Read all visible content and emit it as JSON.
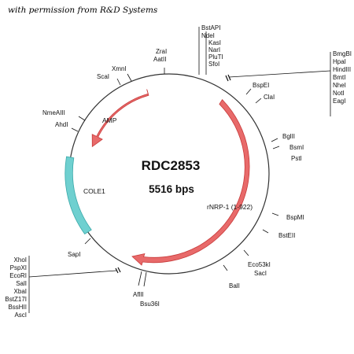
{
  "credit": "with permission from R&D Systems",
  "plasmid": {
    "name": "RDC2853",
    "size_label": "5516 bps"
  },
  "features": {
    "amp": "AMP",
    "cole1": "COLE1",
    "nrp1": "rNRP-1 (1-922)"
  },
  "sites": {
    "top_cluster": [
      "BstAPI",
      "NdeI",
      "KasI",
      "NarI",
      "PluTI",
      "SfoI"
    ],
    "right_cluster": [
      "BmgBI",
      "HpaI",
      "HindIII",
      "BmtI",
      "NheI",
      "NotI",
      "EagI"
    ],
    "left_cluster": [
      "XhoI",
      "PspXI",
      "EcoRI",
      "SalI",
      "XbaI",
      "BstZ17I",
      "BssHII",
      "AscI"
    ],
    "zrai": "ZraI",
    "aatii": "AatII",
    "xmni": "XmnI",
    "scai": "ScaI",
    "nmeaiii": "NmeAIII",
    "ahdi": "AhdI",
    "bspei": "BspEI",
    "clai": "ClaI",
    "bglii": "BglII",
    "bsmi": "BsmI",
    "psti": "PstI",
    "bspmi": "BspMI",
    "bsteii": "BstEII",
    "eco53ki": "Eco53kI",
    "saci": "SacI",
    "bali": "BalI",
    "aflii": "AflII",
    "bsu36i": "Bsu36I",
    "sapi": "SapI"
  },
  "colors": {
    "backbone": "#333333",
    "amp": "#e05a5a",
    "nrp1": "#e05a5a",
    "cole1": "#6fd0d0"
  }
}
